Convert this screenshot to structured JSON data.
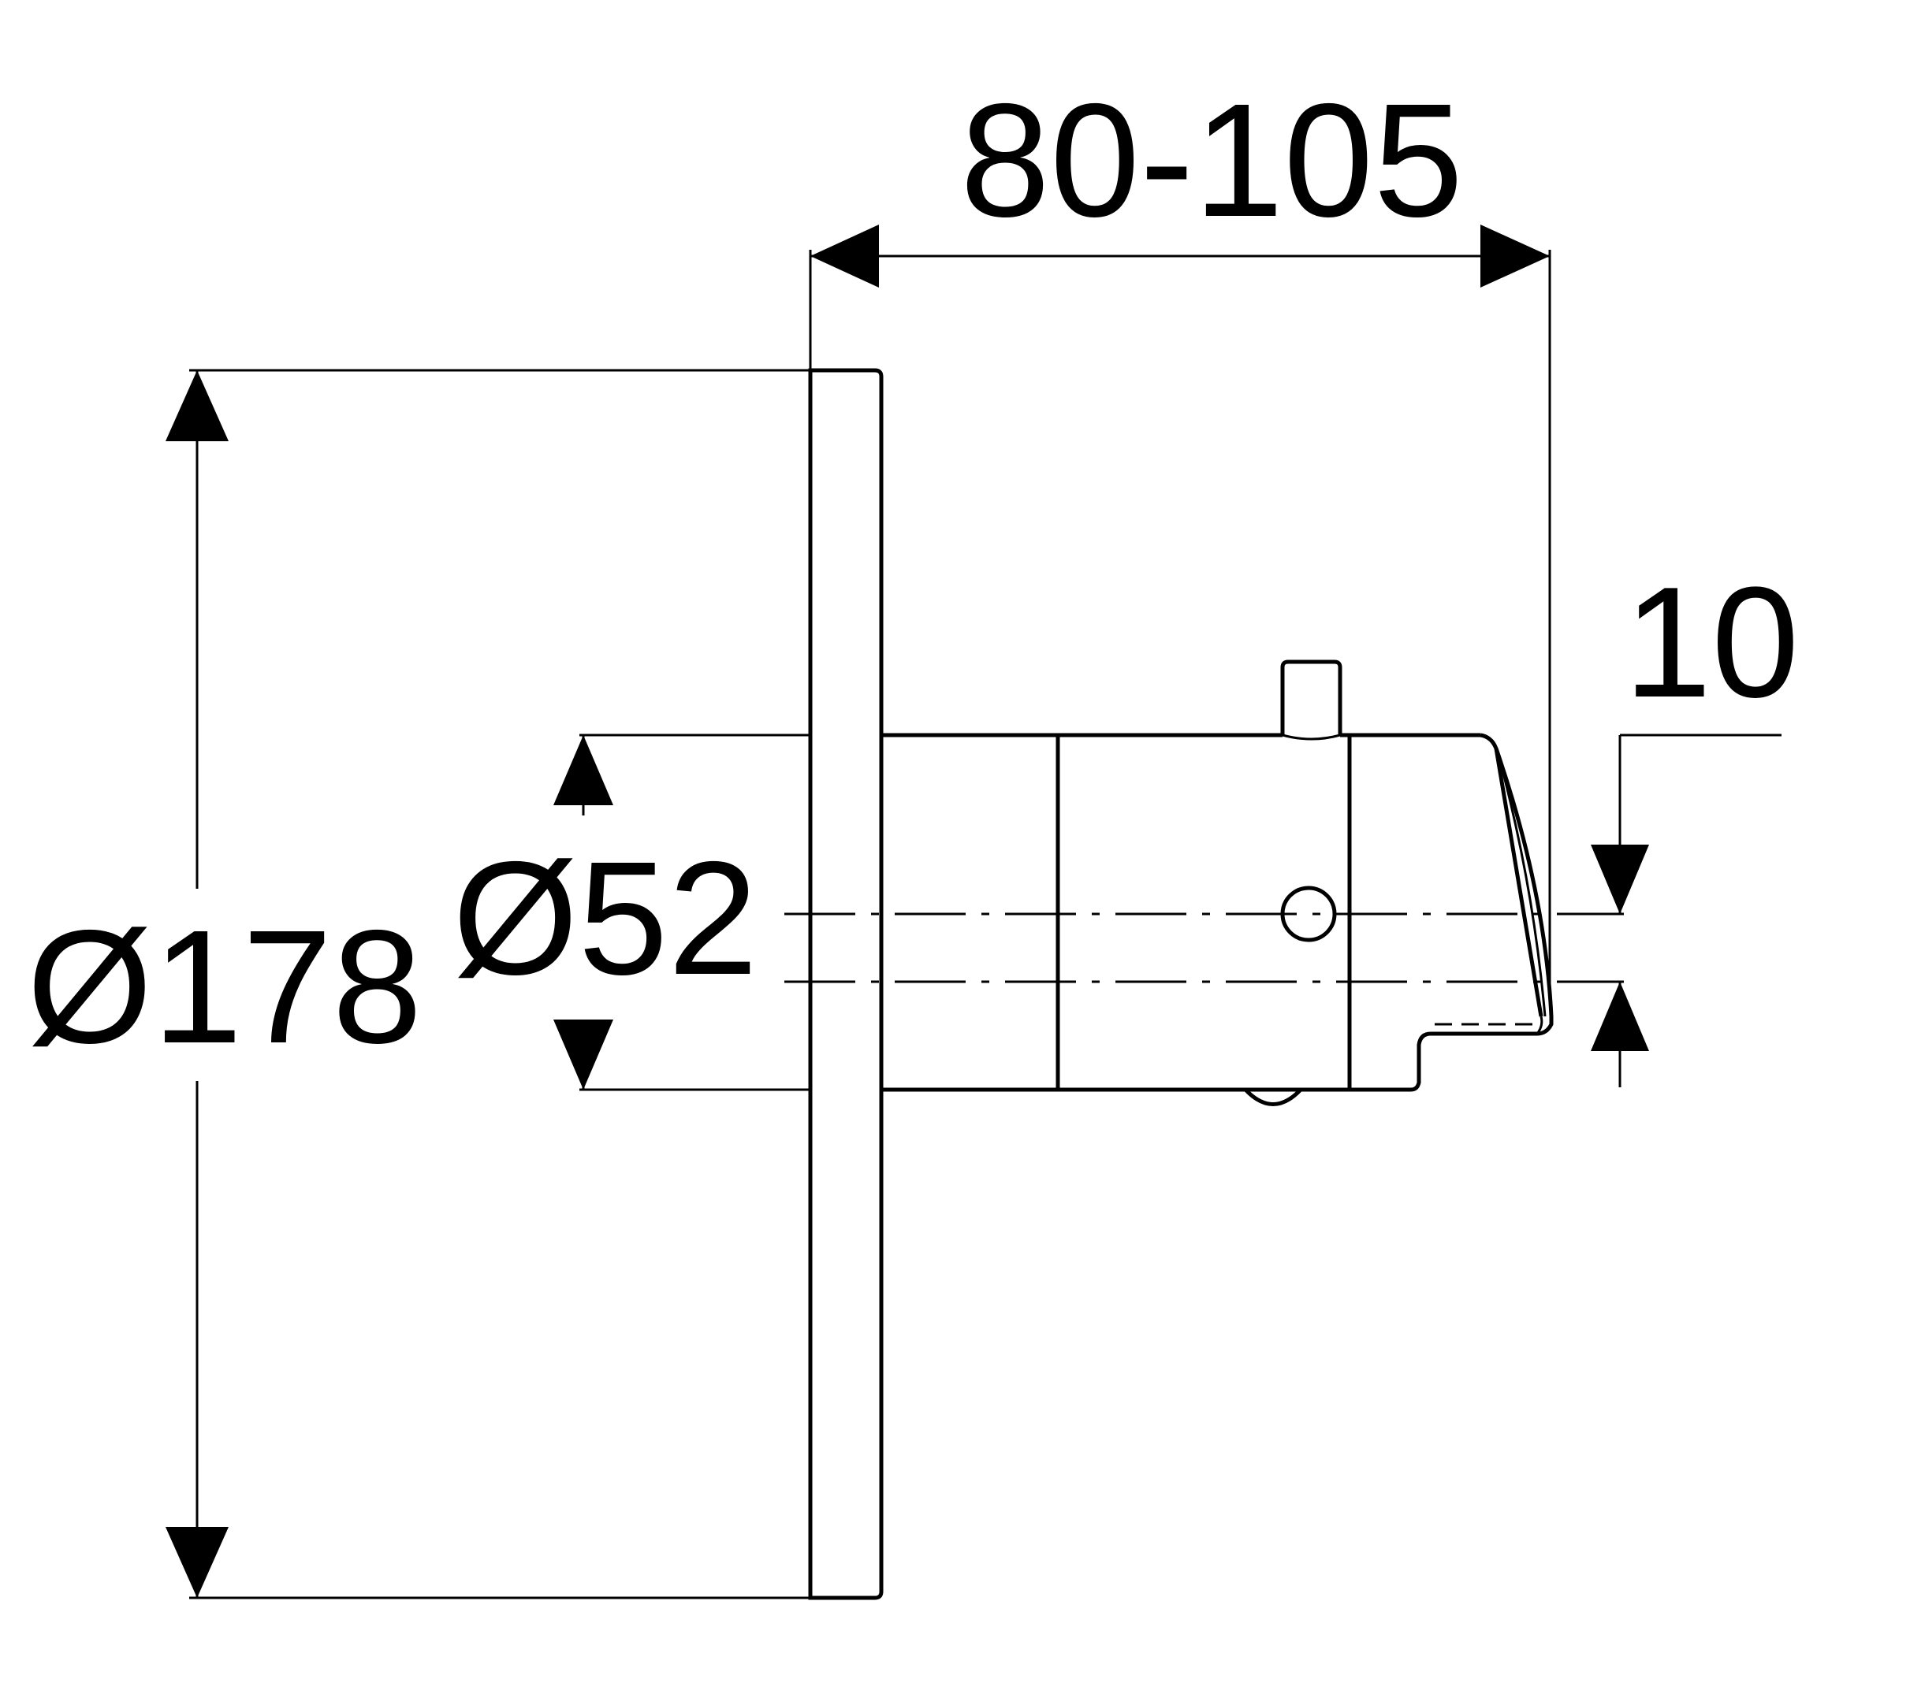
{
  "dimensions": {
    "depth": "80-105",
    "plate_diameter": "Ø178",
    "body_diameter": "Ø52",
    "offset": "10"
  },
  "colors": {
    "line": "#000000",
    "background": "#ffffff"
  }
}
